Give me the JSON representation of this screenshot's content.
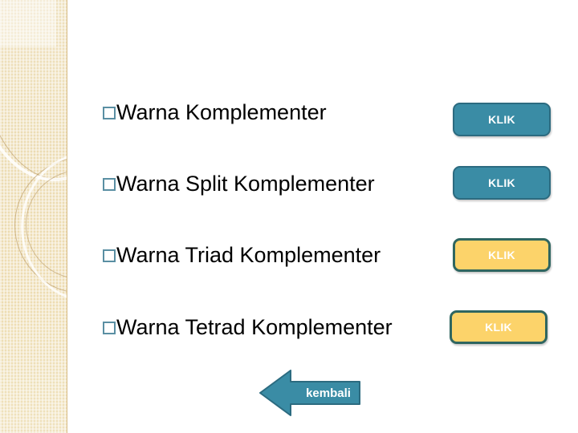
{
  "slide": {
    "background_color": "#ffffff",
    "sidebar": {
      "name": "decorative-sidebar",
      "base_color": "#ecdcb4",
      "accent_color": "#b7965f"
    }
  },
  "theme": {
    "teal": "#3a8ca5",
    "teal_dark": "#2c6b80",
    "yellow": "#fcd36a",
    "yellow_border": "#2f6660",
    "bullet_outline": "#5a8fa3",
    "text": "#000000",
    "button_text": "#ffffff"
  },
  "rows": [
    {
      "bullet": "box-bullet",
      "label": "Warna Komplementer",
      "button_label": "KLIK",
      "button_style": "teal"
    },
    {
      "bullet": "box-bullet",
      "label": "Warna Split Komplementer",
      "button_label": "KLIK",
      "button_style": "teal"
    },
    {
      "bullet": "box-bullet",
      "label": "Warna Triad Komplementer",
      "button_label": "KLIK",
      "button_style": "yellow"
    },
    {
      "bullet": "box-bullet",
      "label": "Warna Tetrad Komplementer",
      "button_label": "KLIK",
      "button_style": "yellow"
    }
  ],
  "back_button": {
    "label": "kembali",
    "icon": "arrow-left-icon",
    "color": "#3a8ca5"
  }
}
